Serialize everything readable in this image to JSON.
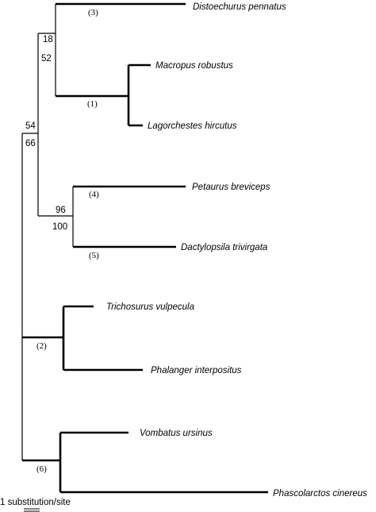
{
  "taxa": {
    "distoechurus": "Distoechurus pennatus",
    "macropus": "Macropus robustus",
    "lagorchestes": "Lagorchestes hircutus",
    "petaurus": "Petaurus breviceps",
    "dactylopsila": "Dactylopsila trivirgata",
    "trichosurus": "Trichosurus vulpecula",
    "phalanger": "Phalanger interpositus",
    "vombatus": "Vombatus ursinus",
    "phascolarctos": "Phascolarctos cinereus"
  },
  "support": {
    "node_a_top": "18",
    "node_a_bottom": "52",
    "node_b_top": "54",
    "node_b_bottom": "66",
    "node_c_top": "96",
    "node_c_bottom": "100"
  },
  "branch_labels": {
    "b1": "(1)",
    "b2": "(2)",
    "b3": "(3)",
    "b4": "(4)",
    "b5": "(5)",
    "b6": "(6)"
  },
  "scale_bar": {
    "label": "1 substitution/site"
  }
}
